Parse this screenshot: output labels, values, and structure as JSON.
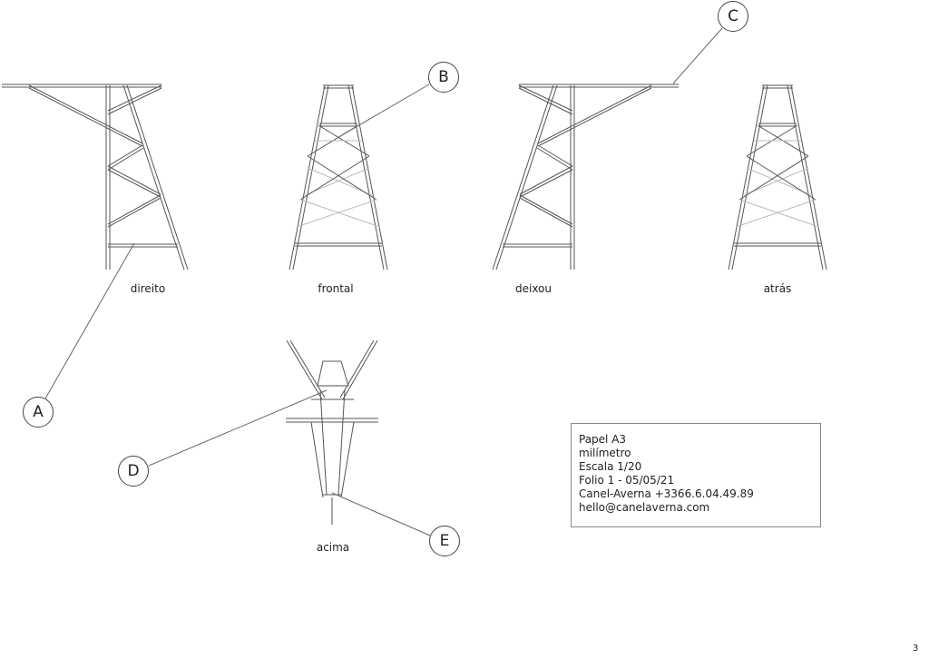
{
  "views": {
    "right": "direito",
    "front": "frontal",
    "left": "deixou",
    "back": "atrás",
    "top": "acima"
  },
  "callouts": [
    "A",
    "B",
    "C",
    "D",
    "E"
  ],
  "info_box": {
    "lines": [
      "Papel A3",
      "milímetro",
      "Escala 1/20",
      "Folio 1 - 05/05/21",
      "Canel-Averna +3366.6.04.49.89",
      "hello@canelaverna.com"
    ]
  },
  "page_number": "3"
}
